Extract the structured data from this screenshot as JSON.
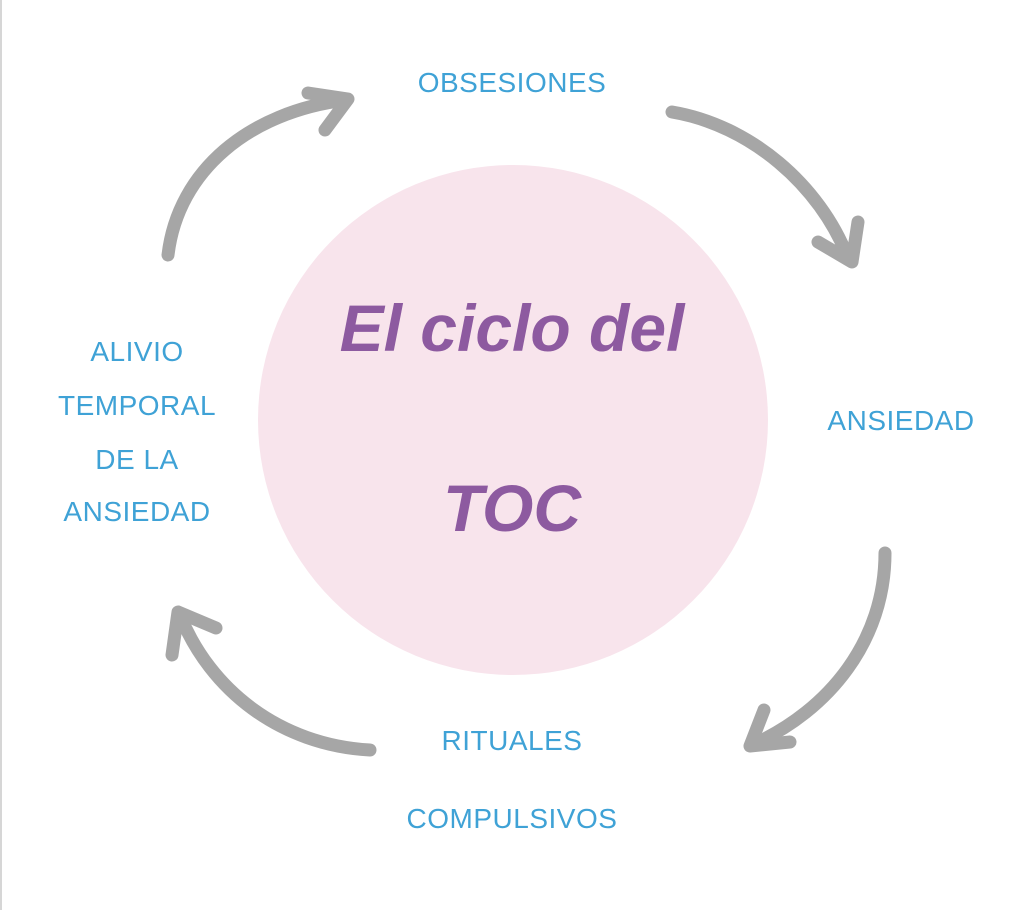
{
  "diagram": {
    "center": {
      "line1": "El ciclo del",
      "line2": "TOC",
      "circle_color": "#f8e4ec",
      "text_color": "#8d5aa0"
    },
    "steps": [
      {
        "lines": [
          "OBSESIONES"
        ]
      },
      {
        "lines": [
          "ANSIEDAD"
        ]
      },
      {
        "lines": [
          "RITUALES",
          "COMPULSIVOS"
        ]
      },
      {
        "lines": [
          "ALIVIO",
          "TEMPORAL",
          "DE LA",
          "ANSIEDAD"
        ]
      }
    ],
    "label_color": "#3fa2d6",
    "arrow_color": "#a6a6a6",
    "arrow_direction": "clockwise"
  }
}
